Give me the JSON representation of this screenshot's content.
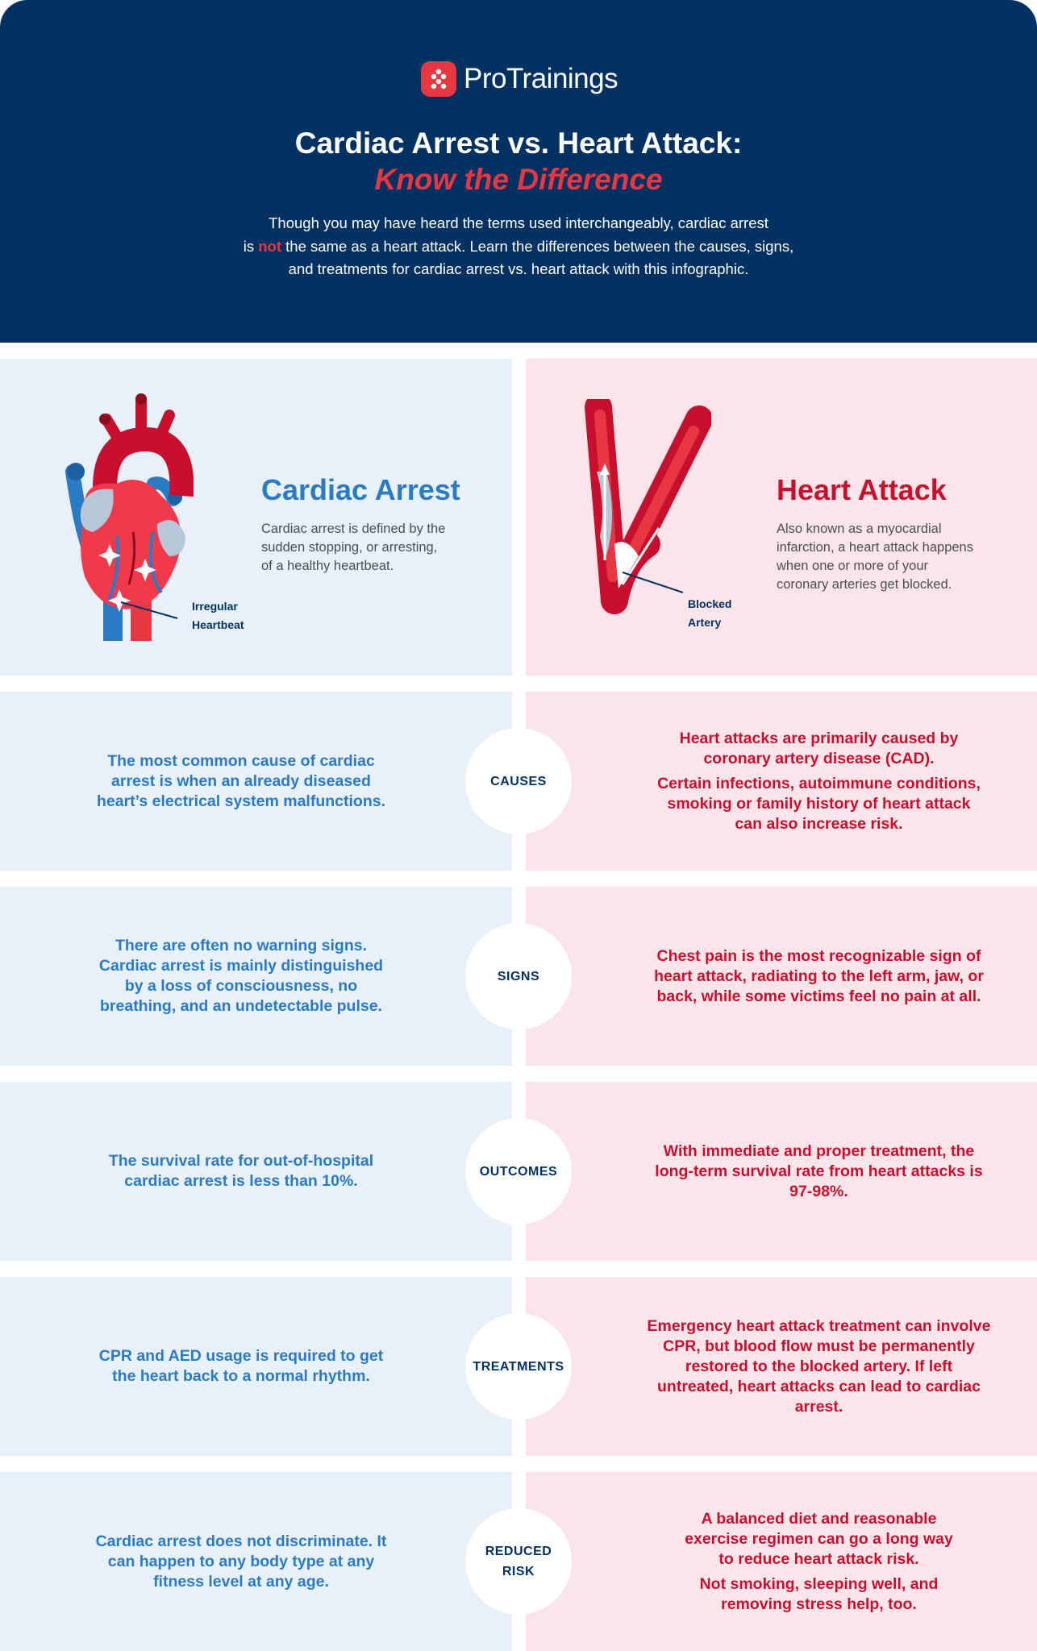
{
  "header": {
    "logo_text": "ProTrainings",
    "title": "Cardiac Arrest vs. Heart Attack:",
    "subtitle": "Know the Difference",
    "intro_line1": "Though you may have heard the terms used interchangeably, cardiac arrest",
    "intro_line2_a": "is ",
    "intro_line2_highlight": "not",
    "intro_line2_b": " the same as a heart attack. Learn the differences between the causes, signs,",
    "intro_line3": "and treatments for cardiac arrest vs. heart attack with this infographic."
  },
  "cardiac_arrest": {
    "heading": "Cardiac Arrest",
    "description": [
      "Cardiac arrest is defined by the",
      "sudden stopping, or arresting,",
      "of a healthy heartbeat."
    ],
    "callout": [
      "Irregular",
      "Heartbeat"
    ]
  },
  "heart_attack": {
    "heading": "Heart Attack",
    "description": [
      "Also known as a myocardial",
      "infarction, a heart attack happens",
      "when one or more of your",
      "coronary arteries get blocked."
    ],
    "callout": [
      "Blocked",
      "Artery"
    ]
  },
  "rows": [
    {
      "label": [
        "CAUSES"
      ],
      "left": [
        "The most common cause of cardiac arrest is when an already diseased heart’s electrical system malfunctions."
      ],
      "right": [
        "Heart attacks are primarily caused by coronary artery disease (CAD).",
        "Certain infections, autoimmune conditions, smoking or family history of heart attack can also increase risk."
      ]
    },
    {
      "label": [
        "SIGNS"
      ],
      "left": [
        "There are often no warning signs. Cardiac arrest is mainly distinguished by a loss of consciousness, no breathing, and an undetectable pulse."
      ],
      "right": [
        "Chest pain is the most recognizable sign of heart attack, radiating to the left arm, jaw, or back, while some victims feel no pain at all."
      ]
    },
    {
      "label": [
        "OUTCOMES"
      ],
      "left": [
        "The survival rate for out-of-hospital cardiac arrest is less than 10%."
      ],
      "right": [
        "With immediate and proper treatment, the long-term survival rate from heart attacks is 97-98%."
      ]
    },
    {
      "label": [
        "TREATMENTS"
      ],
      "left": [
        "CPR and AED usage is required to get the heart back to a normal rhythm."
      ],
      "right": [
        "Emergency heart attack treatment can involve CPR, but blood flow must be permanently restored to the blocked artery. If left untreated, heart attacks can lead to cardiac arrest."
      ]
    },
    {
      "label": [
        "REDUCED",
        "RISK"
      ],
      "left": [
        "Cardiac arrest does not discriminate. It can happen to any body type at any fitness level at any age."
      ],
      "right": [
        "A balanced diet and reasonable exercise regimen can go a long way to reduce heart attack risk.",
        "Not smoking, sleeping well, and removing stress help, too."
      ]
    }
  ],
  "colors": {
    "navy": "#033262",
    "red": "#e73743",
    "blue_text": "#2b7bc4",
    "crimson_text": "#c8102e",
    "blue_bg": "#e8f0fa",
    "pink_bg": "#fbe5ea"
  },
  "icons": {
    "logo": "protrainings-logo-icon",
    "heart": "heart-illustration-icon",
    "artery": "blocked-artery-illustration-icon"
  }
}
